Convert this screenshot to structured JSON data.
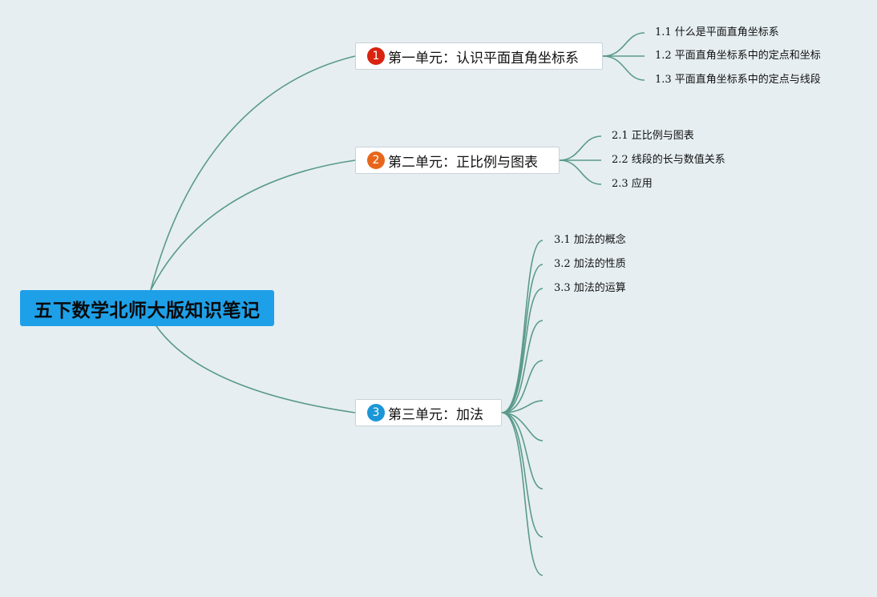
{
  "map": {
    "root_title": "五下数学北师大版知识笔记",
    "link_color": "#5a9a8a",
    "background": "#e6eef2",
    "root_color": "#1ea0e8"
  },
  "units": [
    {
      "badge": "1",
      "badge_color": "#d9230f",
      "title": "第一单元：认识平面直角坐标系",
      "topics": [
        "1.1 什么是平面直角坐标系",
        "1.2 平面直角坐标系中的定点和坐标",
        "1.3 平面直角坐标系中的定点与线段"
      ]
    },
    {
      "badge": "2",
      "badge_color": "#e8661a",
      "title": "第二单元：正比例与图表",
      "topics": [
        "2.1 正比例与图表",
        "2.2 线段的长与数值关系",
        "2.3 应用"
      ]
    },
    {
      "badge": "3",
      "badge_color": "#1b96d6",
      "title": "第三单元：加法",
      "topics": [
        "3.1 加法的概念",
        "3.2 加法的性质",
        "3.3 加法的运算"
      ],
      "empty_branches": 7
    }
  ]
}
